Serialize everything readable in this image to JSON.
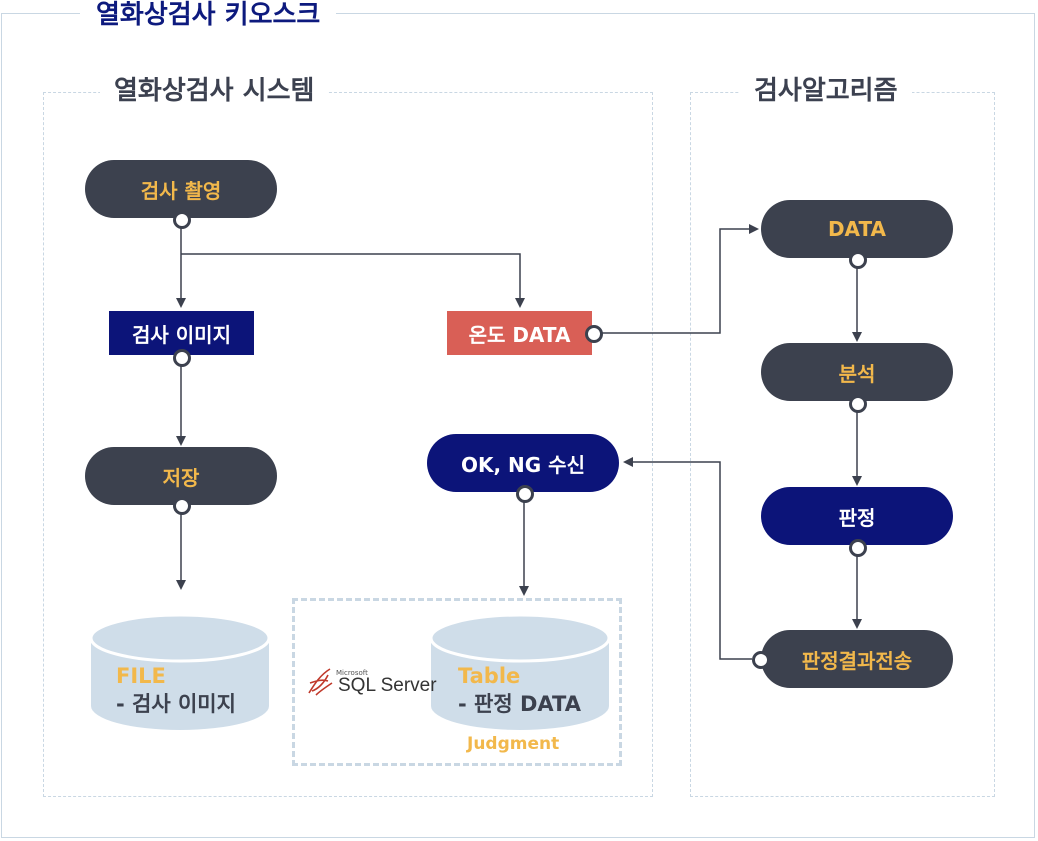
{
  "header": {
    "title": "열화상검사 키오스크"
  },
  "panels": {
    "system_title": "열화상검사 시스템",
    "algorithm_title": "검사알고리즘"
  },
  "nodes": {
    "capture": "검사 촬영",
    "inspect_image": "검사 이미지",
    "temp_data": "온도 DATA",
    "store": "저장",
    "oknng": "OK, NG 수신",
    "algo_data": "DATA",
    "analysis": "분석",
    "judgment": "판정",
    "send_result": "판정결과전송"
  },
  "storage": {
    "file_key": "FILE",
    "file_sub": "- 검사 이미지",
    "table_key": "Table",
    "table_sub": "- 판정 DATA",
    "table_caption": "Judgment",
    "sql_brand_small": "Microsoft",
    "sql_brand": "SQL Server"
  },
  "colors": {
    "dark_node": "#3c414e",
    "navy_node": "#0c1479",
    "red_node": "#d95f56",
    "accent_text": "#f2b84b",
    "frame": "#c9d7e3",
    "cylinder": "#cfdde9"
  }
}
